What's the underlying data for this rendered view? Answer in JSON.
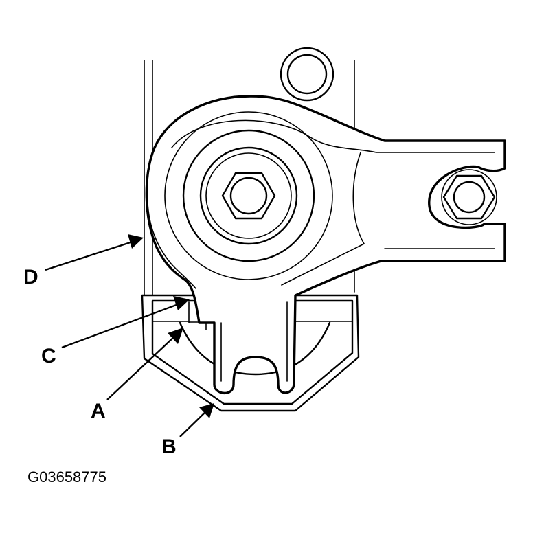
{
  "labels": {
    "a": "A",
    "b": "B",
    "c": "C",
    "d": "D"
  },
  "figure_id": "G03658775"
}
